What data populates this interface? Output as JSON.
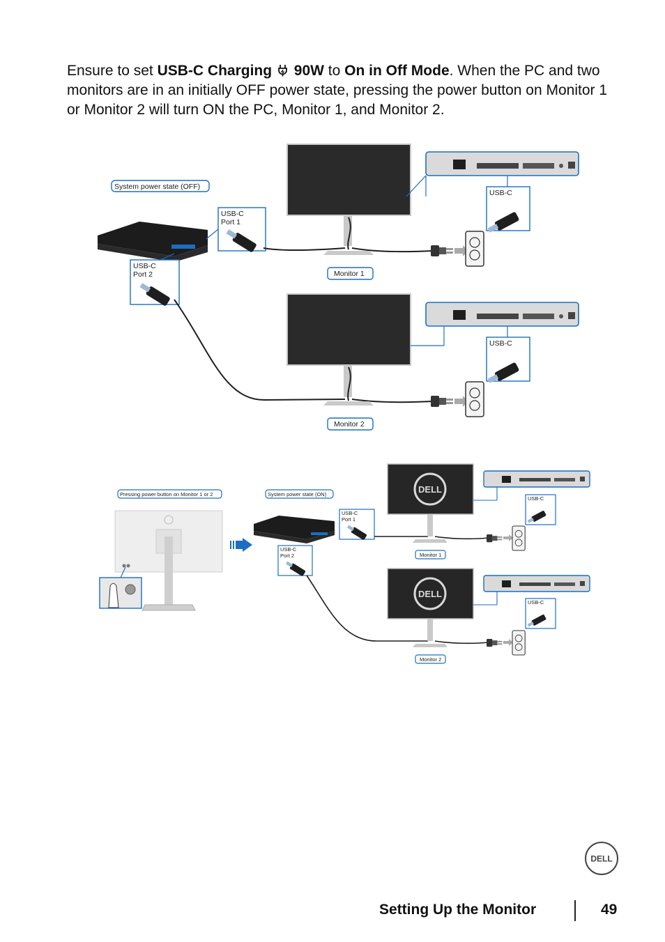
{
  "intro": {
    "p1": "Ensure to set ",
    "b1": "USB-C Charging",
    "b2": "90W",
    "p2": " to ",
    "b3": "On in Off Mode",
    "p3": ". When the PC and two monitors are in an initially OFF power state, pressing the power button on Monitor 1 or Monitor 2 will turn ON the PC, Monitor 1, and Monitor 2."
  },
  "diagram_top": {
    "system_state": "System power state (OFF)",
    "port1_line1": "USB-C",
    "port1_line2": "Port 1",
    "port2_line1": "USB-C",
    "port2_line2": "Port 2",
    "usbc_m1": "USB-C",
    "usbc_m2": "USB-C",
    "monitor1": "Monitor 1",
    "monitor2": "Monitor 2"
  },
  "diagram_bottom": {
    "pressing": "Pressing power button on Monitor 1 or 2",
    "system_state": "System power state (ON)",
    "port1_line1": "USB-C",
    "port1_line2": "Port 1",
    "port2_line1": "USB-C",
    "port2_line2": "Port 2",
    "usbc_m1": "USB-C",
    "usbc_m2": "USB-C",
    "monitor1": "Monitor 1",
    "monitor2": "Monitor 2",
    "logo_text_1": "DELL",
    "logo_text_2": "DELL"
  },
  "footer": {
    "title": "Setting Up the Monitor",
    "page": "49",
    "logo": "DELL"
  },
  "colors": {
    "accent": "#1b6fc0",
    "dark": "#1e1e1e",
    "stand": "#c9c9c9"
  }
}
